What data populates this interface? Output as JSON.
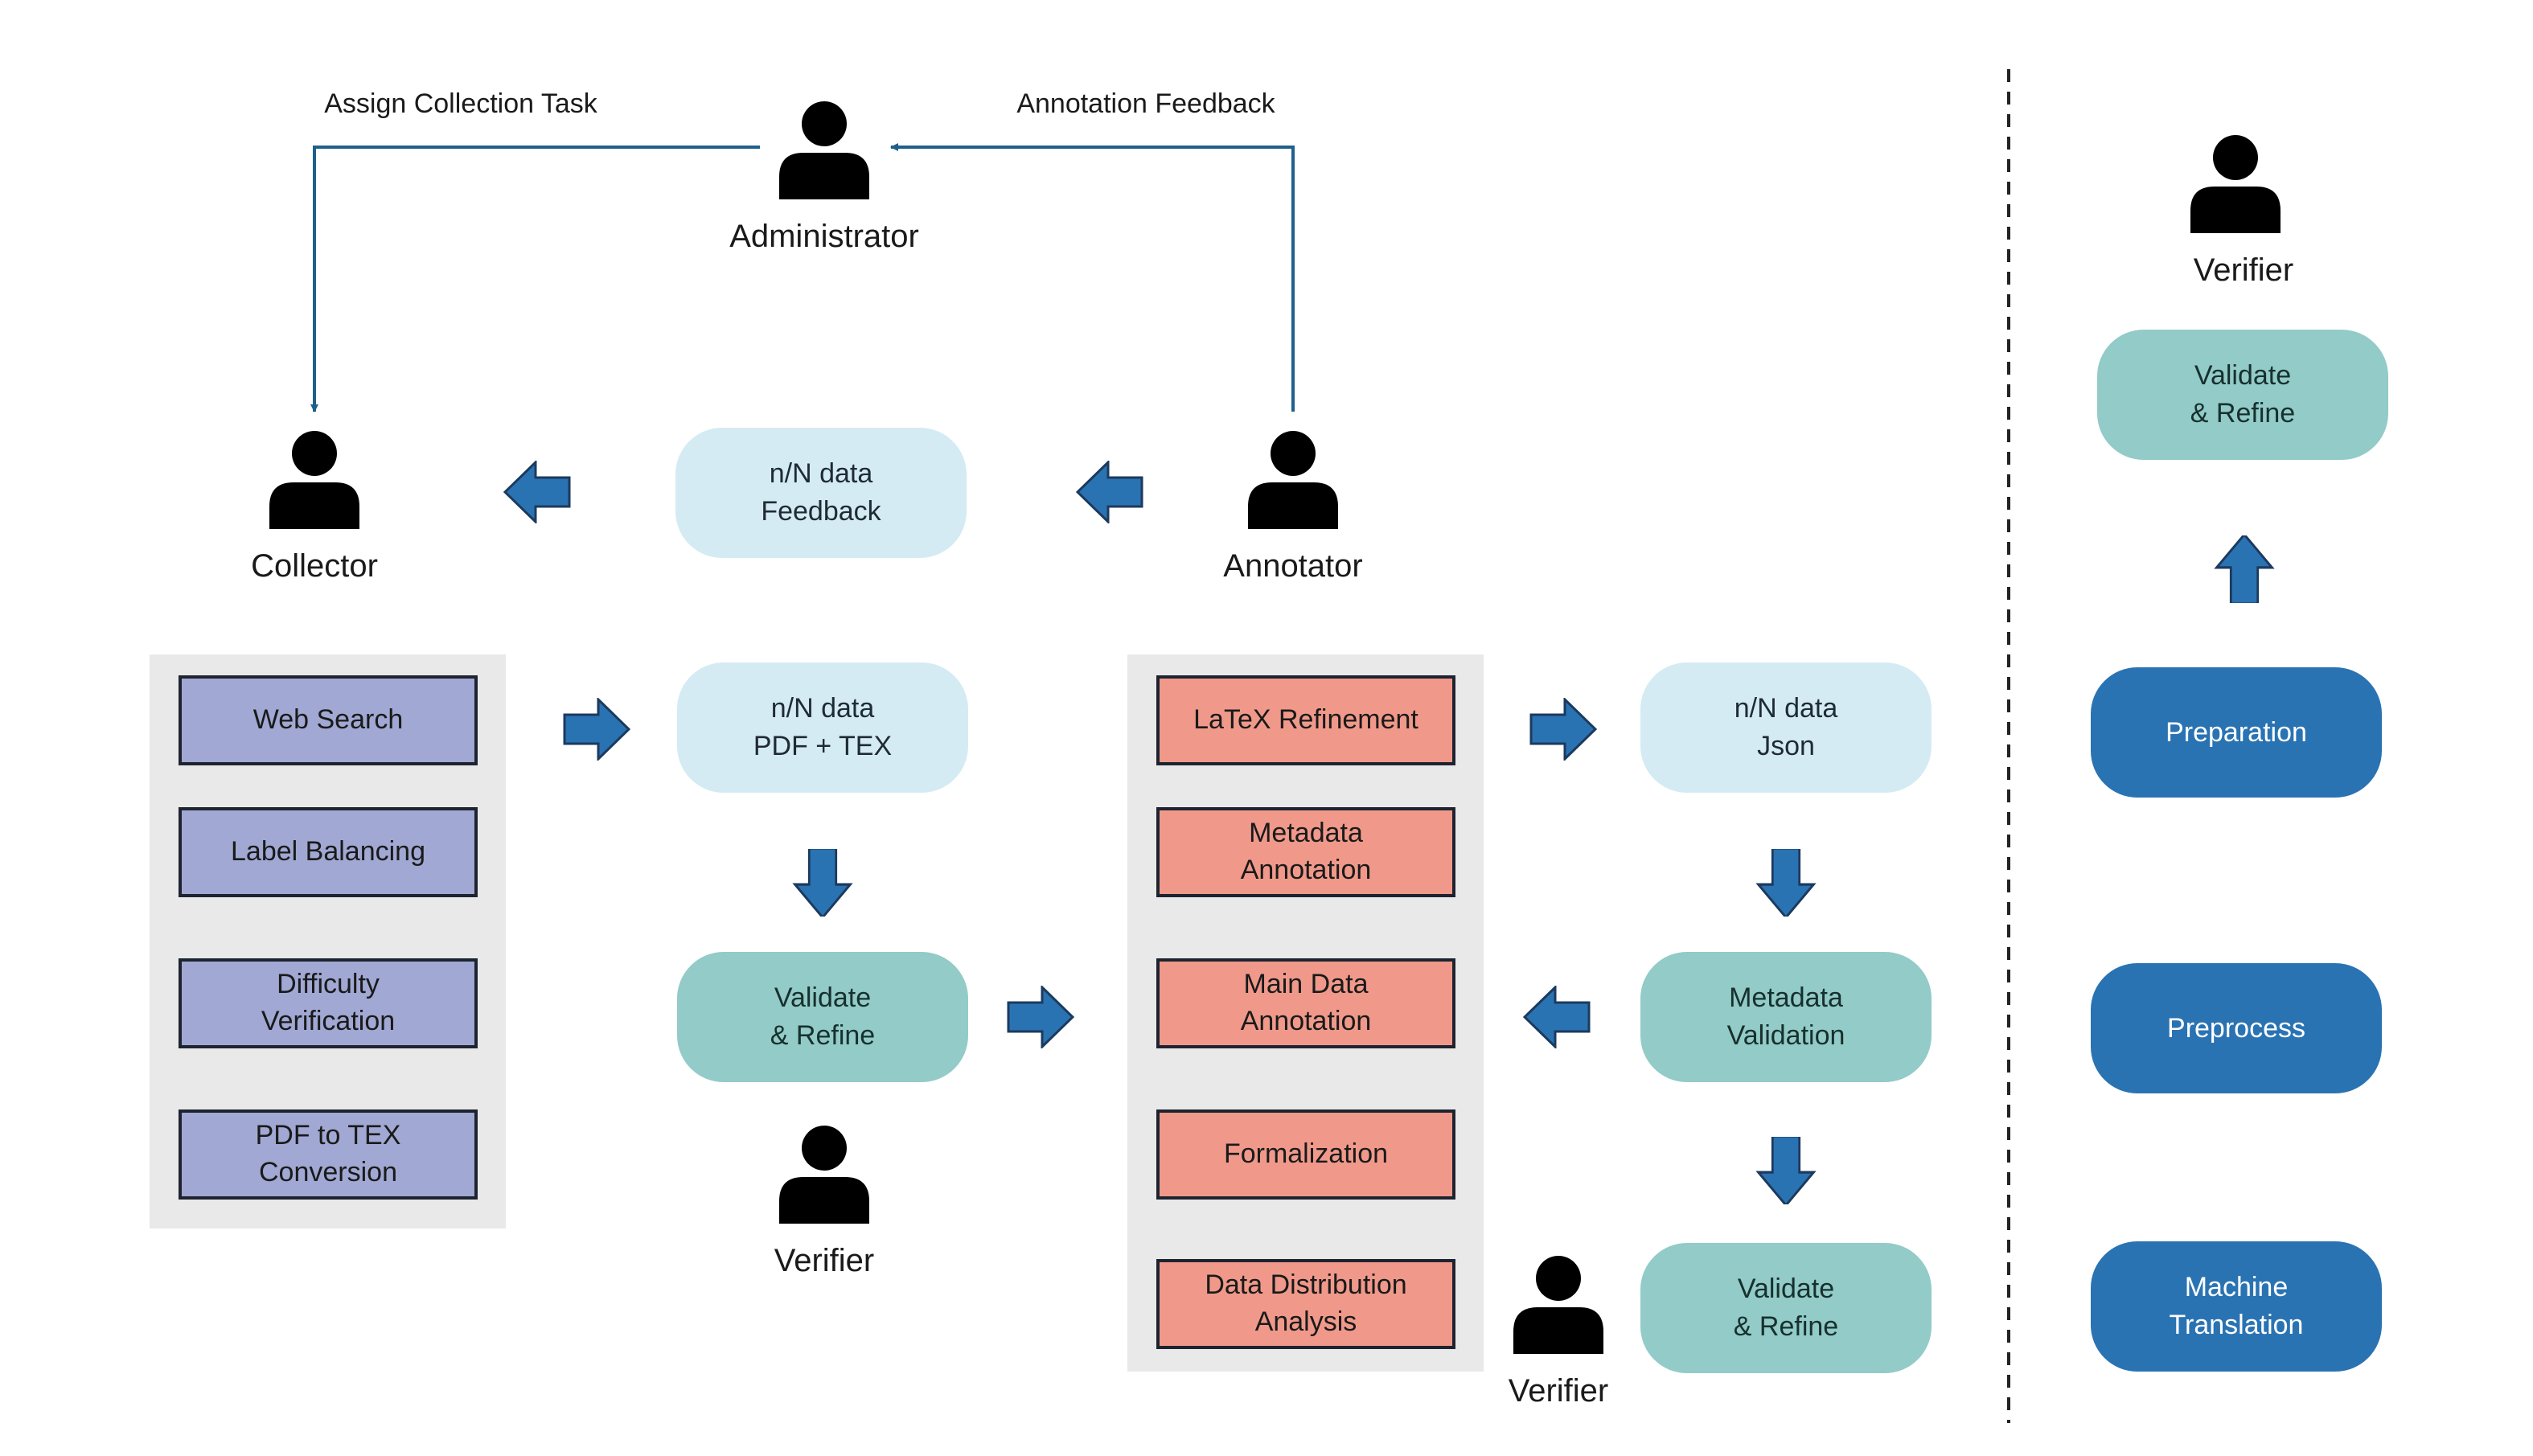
{
  "administrator": {
    "label": "Administrator"
  },
  "edges": {
    "assign_task": "Assign Collection Task",
    "annotation_feedback": "Annotation Feedback"
  },
  "collector": {
    "label": "Collector",
    "tasks": [
      "Web Search",
      "Label Balancing",
      "Difficulty\nVerification",
      "PDF to TEX\nConversion"
    ]
  },
  "annotator": {
    "label": "Annotator",
    "tasks": [
      "LaTeX Refinement",
      "Metadata\nAnnotation",
      "Main Data\nAnnotation",
      "Formalization",
      "Data Distribution\nAnalysis"
    ]
  },
  "flow": {
    "feedback": "n/N data\nFeedback",
    "pdf_tex": "n/N data\nPDF + TEX",
    "validate_1": "Validate\n& Refine",
    "json": "n/N data\nJson",
    "metadata_validation": "Metadata\nValidation",
    "validate_2": "Validate\n& Refine"
  },
  "verifiers": [
    "Verifier",
    "Verifier",
    "Verifier"
  ],
  "legend": {
    "validate": "Validate\n& Refine",
    "stages": [
      "Preparation",
      "Preprocess",
      "Machine\nTranslation"
    ]
  },
  "colors": {
    "purple_box": "#a0a8d3",
    "salmon_box": "#f0998a",
    "light_pill": "#d4ebf3",
    "teal_pill": "#92cbc7",
    "blue_pill": "#2a73b3",
    "arrow": "#2a73b3",
    "connector": "#1f5f8b"
  }
}
